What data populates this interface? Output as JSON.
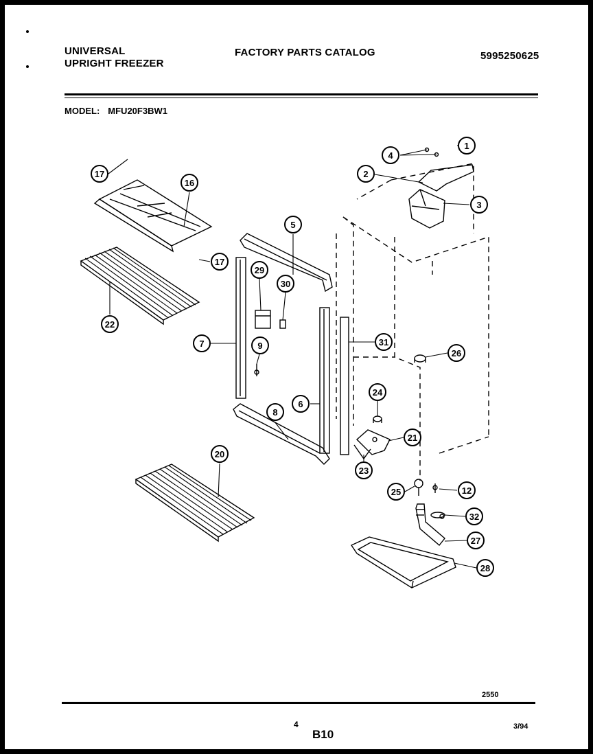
{
  "header": {
    "brand_line1": "UNIVERSAL",
    "brand_line2": "UPRIGHT FREEZER",
    "catalog_title": "FACTORY PARTS CATALOG",
    "catalog_number": "5995250625"
  },
  "model": {
    "label": "MODEL:",
    "value": "MFU20F3BW1"
  },
  "callouts": [
    "1",
    "2",
    "3",
    "4",
    "5",
    "6",
    "7",
    "8",
    "9",
    "12",
    "16",
    "17",
    "17",
    "20",
    "21",
    "22",
    "23",
    "24",
    "25",
    "26",
    "27",
    "28",
    "29",
    "30",
    "31",
    "32"
  ],
  "footer": {
    "drawing_code": "2550",
    "page_number": "4",
    "section": "B10",
    "date": "3/94"
  }
}
